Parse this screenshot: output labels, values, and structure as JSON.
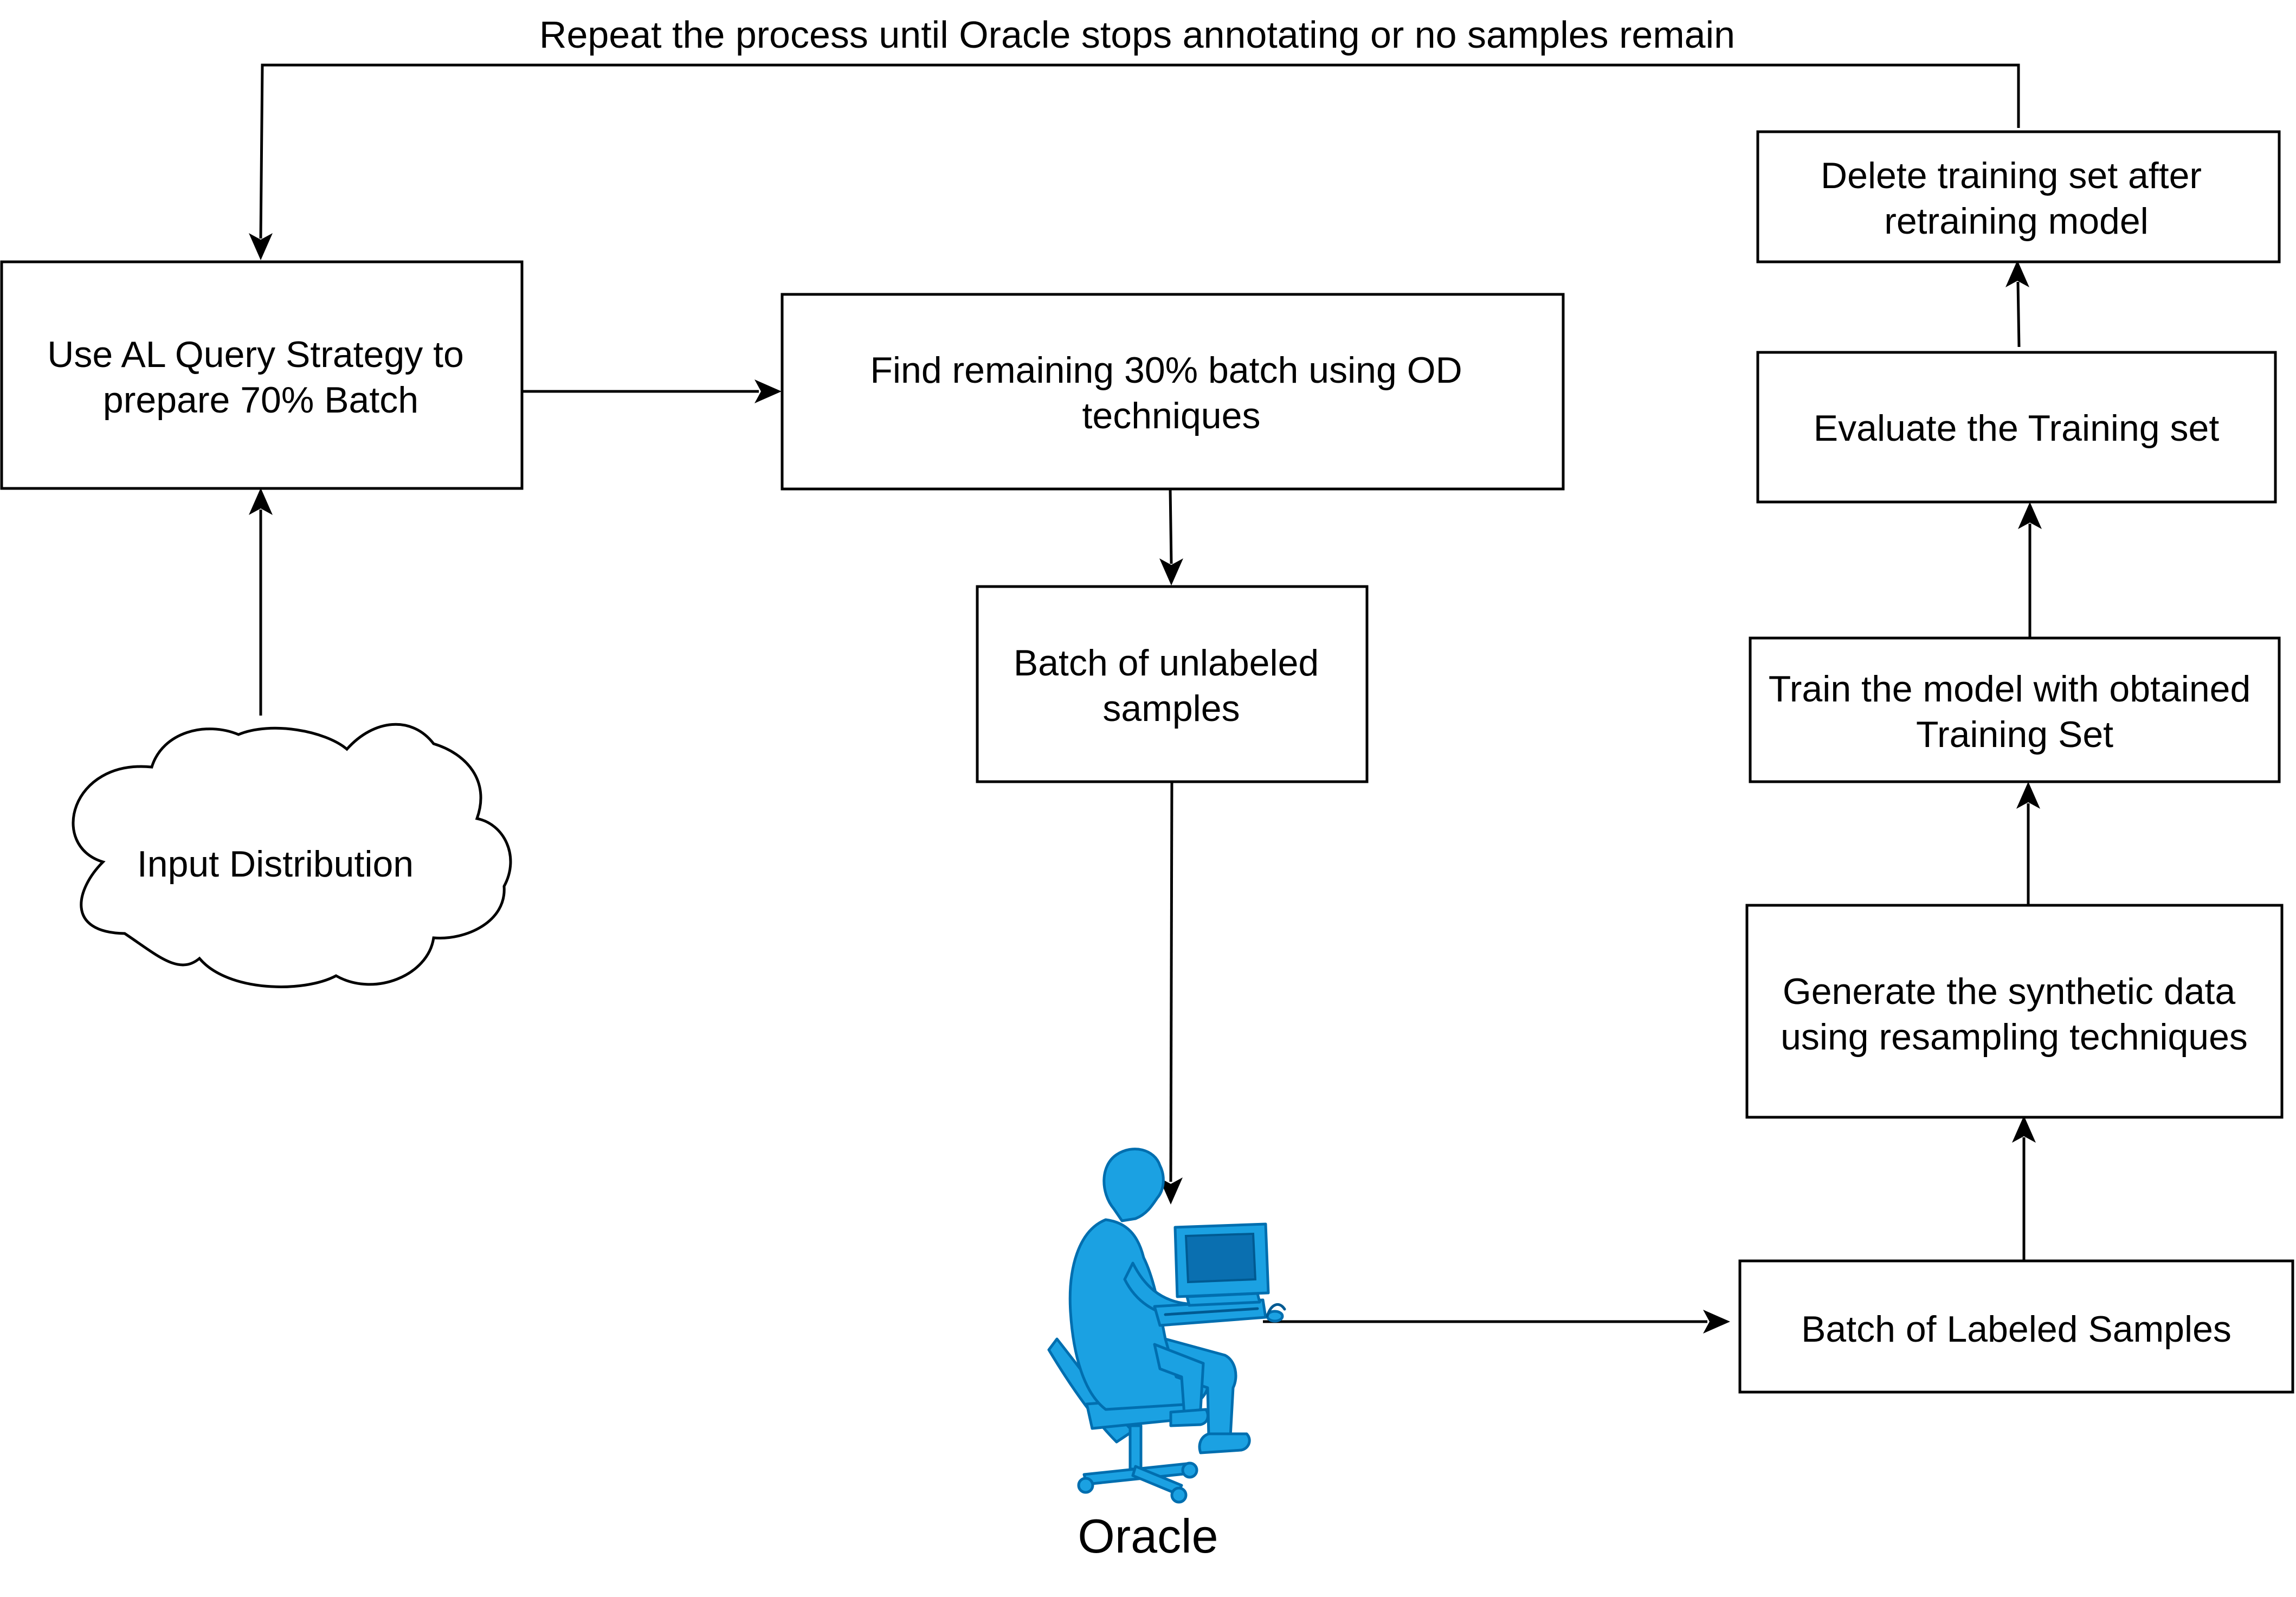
{
  "loop_label": "Repeat the process until Oracle stops annotating or no samples remain",
  "nodes": {
    "al_query": [
      "Use AL Query Strategy to",
      "prepare 70% Batch"
    ],
    "find_remaining": [
      "Find remaining 30% batch using OD",
      "techniques"
    ],
    "unlabeled": [
      "Batch of unlabeled",
      "samples"
    ],
    "input_distribution": [
      "Input Distribution"
    ],
    "oracle": [
      "Oracle"
    ],
    "labeled": [
      "Batch of Labeled Samples"
    ],
    "synthetic": [
      "Generate the synthetic data",
      "using resampling techniques"
    ],
    "train": [
      "Train the model with obtained",
      "Training Set"
    ],
    "evaluate": [
      "Evaluate the Training set"
    ],
    "delete": [
      "Delete training set after",
      "retraining model"
    ]
  },
  "edges": [
    {
      "from": "input_distribution",
      "to": "al_query"
    },
    {
      "from": "al_query",
      "to": "find_remaining"
    },
    {
      "from": "find_remaining",
      "to": "unlabeled"
    },
    {
      "from": "unlabeled",
      "to": "oracle"
    },
    {
      "from": "oracle",
      "to": "labeled"
    },
    {
      "from": "labeled",
      "to": "synthetic"
    },
    {
      "from": "synthetic",
      "to": "train"
    },
    {
      "from": "train",
      "to": "evaluate"
    },
    {
      "from": "evaluate",
      "to": "delete"
    },
    {
      "from": "delete",
      "to": "al_query",
      "label": "loop_label"
    }
  ],
  "colors": {
    "oracle_fill": "#1ba1e2",
    "oracle_stroke": "#006eaf",
    "line": "#000000"
  },
  "icons": {
    "oracle": "person-at-computer-icon"
  }
}
